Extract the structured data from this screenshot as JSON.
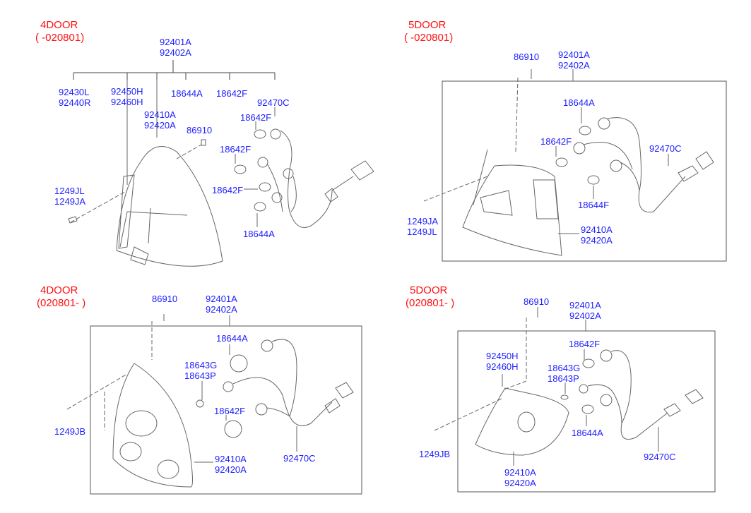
{
  "panels": [
    {
      "title": [
        "4DOOR",
        "( -020801)"
      ],
      "labels": {
        "assy": [
          "92401A",
          "92402A"
        ],
        "housing": [
          "92430L",
          "92440R"
        ],
        "bracket": [
          "92450H",
          "92460H"
        ],
        "bulb_a_top": "18644A",
        "bulb_f_top": "18642F",
        "harness": "92470C",
        "lens": [
          "92410A",
          "92420A"
        ],
        "clip": "86910",
        "bulb_f_1": "18642F",
        "bulb_f_2": "18642F",
        "screw": [
          "1249JL",
          "1249JA"
        ],
        "bulb_f_3": "18642F",
        "bulb_a": "18644A"
      }
    },
    {
      "title": [
        "5DOOR",
        "( -020801)"
      ],
      "labels": {
        "clip": "86910",
        "assy": [
          "92401A",
          "92402A"
        ],
        "bulb_a": "18644A",
        "bulb_f": "18642F",
        "harness": "92470C",
        "bulb_ff": "18644F",
        "screw": [
          "1249JA",
          "1249JL"
        ],
        "lens": [
          "92410A",
          "92420A"
        ]
      }
    },
    {
      "title": [
        "4DOOR",
        "(020801- )"
      ],
      "labels": {
        "clip": "86910",
        "assy": [
          "92401A",
          "92402A"
        ],
        "bulb_a": "18644A",
        "bulb_g": [
          "18643G",
          "18643P"
        ],
        "bulb_f": "18642F",
        "screw": "1249JB",
        "harness": "92470C",
        "lens": [
          "92410A",
          "92420A"
        ]
      }
    },
    {
      "title": [
        "5DOOR",
        "(020801- )"
      ],
      "labels": {
        "clip": "86910",
        "assy": [
          "92401A",
          "92402A"
        ],
        "bulb_f": "18642F",
        "bracket": [
          "92450H",
          "92460H"
        ],
        "bulb_g": [
          "18643G",
          "18643P"
        ],
        "bulb_a": "18644A",
        "screw": "1249JB",
        "harness": "92470C",
        "lens": [
          "92410A",
          "92420A"
        ]
      }
    }
  ],
  "colors": {
    "label": "#2020ff",
    "title": "#ff1010",
    "line": "#555555"
  }
}
